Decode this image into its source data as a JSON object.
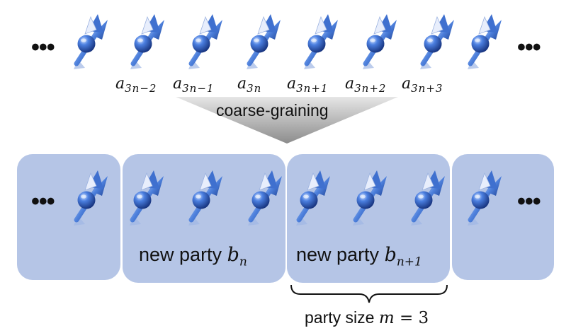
{
  "ellipsis": "•••",
  "top_labels": [
    {
      "base": "a",
      "sub": "3n−2"
    },
    {
      "base": "a",
      "sub": "3n−1"
    },
    {
      "base": "a",
      "sub": "3n"
    },
    {
      "base": "a",
      "sub": "3n+1"
    },
    {
      "base": "a",
      "sub": "3n+2"
    },
    {
      "base": "a",
      "sub": "3n+3"
    }
  ],
  "arrow_label": "coarse-graining",
  "party_left": {
    "text": "new party ",
    "sym": "b",
    "sub": "n"
  },
  "party_right": {
    "text": "new party ",
    "sym": "b",
    "sub": "n+1"
  },
  "party_size": {
    "text": "party size ",
    "sym": "m",
    "rest": " = 3"
  },
  "colors": {
    "box": "#b5c5e6",
    "arrow_top": "#d9d9d9",
    "arrow_bottom": "#8a8a8a",
    "spin": "#2f5fbf"
  }
}
